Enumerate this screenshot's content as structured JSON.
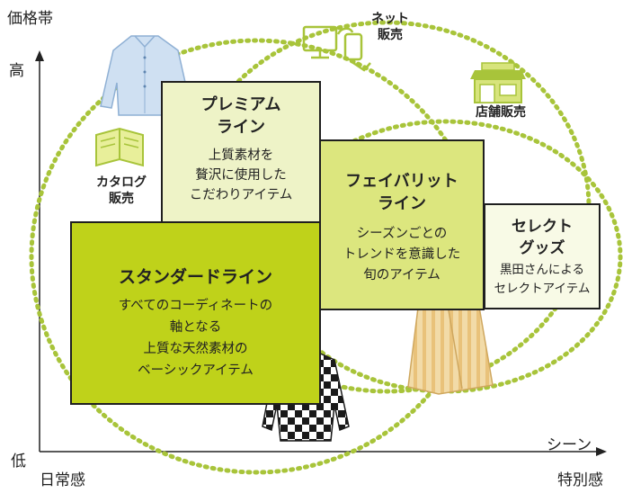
{
  "axes": {
    "y_title": "価格帯",
    "y_high": "高",
    "y_low": "低",
    "x_title": "シーン",
    "x_left": "日常感",
    "x_right": "特別感"
  },
  "channels": {
    "catalog": "カタログ\n販売",
    "online": "ネット\n販売",
    "store": "店舗販売"
  },
  "lines": {
    "premium": {
      "title": "プレミアム\nライン",
      "desc": "上質素材を\n贅沢に使用した\nこだわりアイテム"
    },
    "favorite": {
      "title": "フェイバリット\nライン",
      "desc": "シーズンごとの\nトレンドを意識した\n旬のアイテム"
    },
    "select": {
      "title": "セレクト\nグッズ",
      "desc": "黒田さんによる\nセレクトアイテム"
    },
    "standard": {
      "title": "スタンダードライン",
      "desc": "すべてのコーディネートの\n軸となる\n上質な天然素材の\nベーシックアイテム"
    }
  },
  "colors": {
    "dotted_circle": "#a8c43a",
    "standard_fill": "#bfd21a",
    "favorite_fill": "#dce67e",
    "premium_fill": "#eef3c7",
    "select_fill": "#f8fae6"
  },
  "icons": [
    "book-icon",
    "computer-phone-icon",
    "storefront-icon",
    "shirt-image",
    "skirt-image",
    "blouse-image"
  ]
}
